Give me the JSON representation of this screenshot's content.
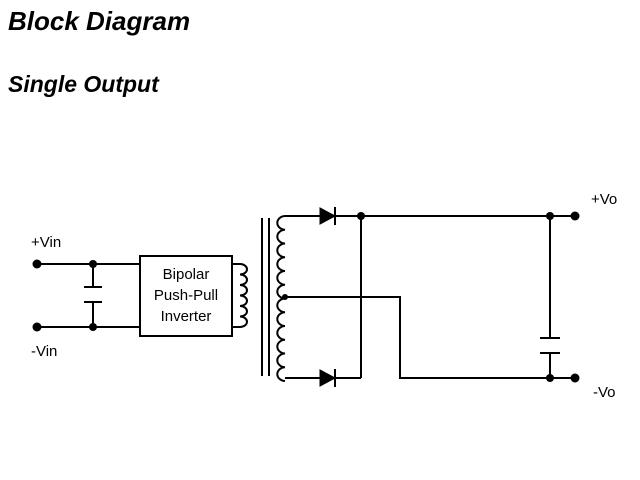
{
  "header": {
    "title": "Block Diagram",
    "subtitle": "Single Output"
  },
  "diagram": {
    "inputs": {
      "positive": "+Vin",
      "negative": "-Vin"
    },
    "block": {
      "line1": "Bipolar",
      "line2": "Push-Pull",
      "line3": "Inverter"
    },
    "outputs": {
      "positive": "+Vo",
      "negative": "-Vo"
    }
  },
  "colors": {
    "line": "#000000",
    "background": "#ffffff"
  }
}
